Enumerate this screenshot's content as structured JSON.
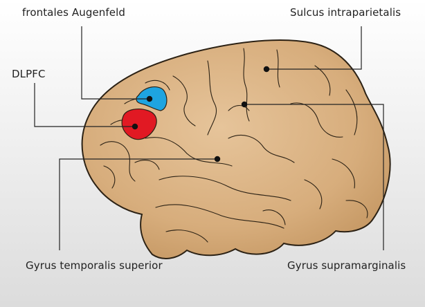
{
  "labels": {
    "frontal_eye_field": "frontales Augenfeld",
    "dlpfc": "DLPFC",
    "intraparietal": "Sulcus intraparietalis",
    "temporal_superior": "Gyrus temporalis superior",
    "supramarginal": "Gyrus supramarginalis"
  },
  "colors": {
    "brain_fill": "#d7ad7c",
    "brain_outline": "#2b2114",
    "frontal_eye_field_area": "#1ea4e0",
    "dlpfc_area": "#e11923",
    "marker": "#111111"
  }
}
